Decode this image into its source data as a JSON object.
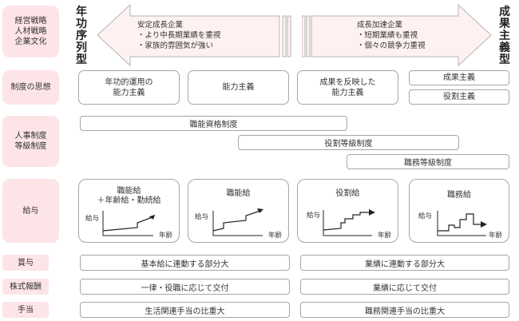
{
  "header": {
    "left_title": "年功序列型",
    "right_title": "成果主義型",
    "left_arrow_text": "安定成長企業\n・より中長期業績を重視\n・家族的雰囲気が強い",
    "right_arrow_text": "成長加速企業\n・短期業績も重視\n・個々の競争力重視",
    "arrow_fill": "#fdf1f1",
    "label_fill": "#fde4e6"
  },
  "rows": {
    "strategy": {
      "label": "経営戦略\n人材戦略\n企業文化"
    },
    "philosophy": {
      "label": "制度の思想",
      "items": [
        "年功的運用の\n能力主義",
        "能力主義",
        "成果を反映した\n能力主義",
        "成果主義",
        "役割主義"
      ]
    },
    "grade": {
      "label": "人事制度\n等級制度",
      "items": [
        "職能資格制度",
        "役割等級制度",
        "職務等級制度"
      ]
    },
    "salary": {
      "label": "給与",
      "y_label": "給与",
      "x_label": "年齢",
      "cards": [
        {
          "title": "職能給\n＋年齢給・勤続給",
          "curve": "gentle-rise-with-step"
        },
        {
          "title": "職能給",
          "curve": "steady-steps"
        },
        {
          "title": "役割給",
          "curve": "staircase"
        },
        {
          "title": "職務給",
          "curve": "up-and-down"
        }
      ]
    },
    "bonus": {
      "label": "賞与",
      "left": "基本給に連動する部分大",
      "right": "業績に連動する部分大"
    },
    "stock": {
      "label": "株式報酬",
      "left": "一律・役職に応じて交付",
      "right": "業績に応じて交付"
    },
    "allowance": {
      "label": "手当",
      "left": "生活関連手当の比重大",
      "right": "職務関連手当の比重大"
    }
  }
}
